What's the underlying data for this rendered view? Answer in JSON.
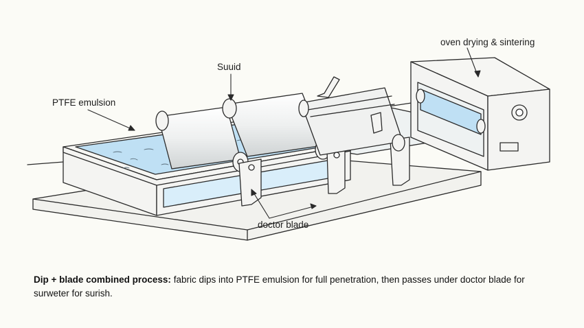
{
  "labels": {
    "oven": "oven drying & sintering",
    "squid": "Suuid",
    "ptfe": "PTFE emulsion",
    "doctor_blade": "doctor blade"
  },
  "caption": {
    "bold": "Dip + blade combined process:",
    "text": " fabric dips into PTFE emulsion for full penetration, then passes under doctor blade for surweter for surish."
  },
  "colors": {
    "line": "#2a2a2a",
    "bath_fill": "#bfe0f4",
    "bath_light": "#d9eefa",
    "metal": "#f4f4f2",
    "base": "#f2f2ee"
  }
}
